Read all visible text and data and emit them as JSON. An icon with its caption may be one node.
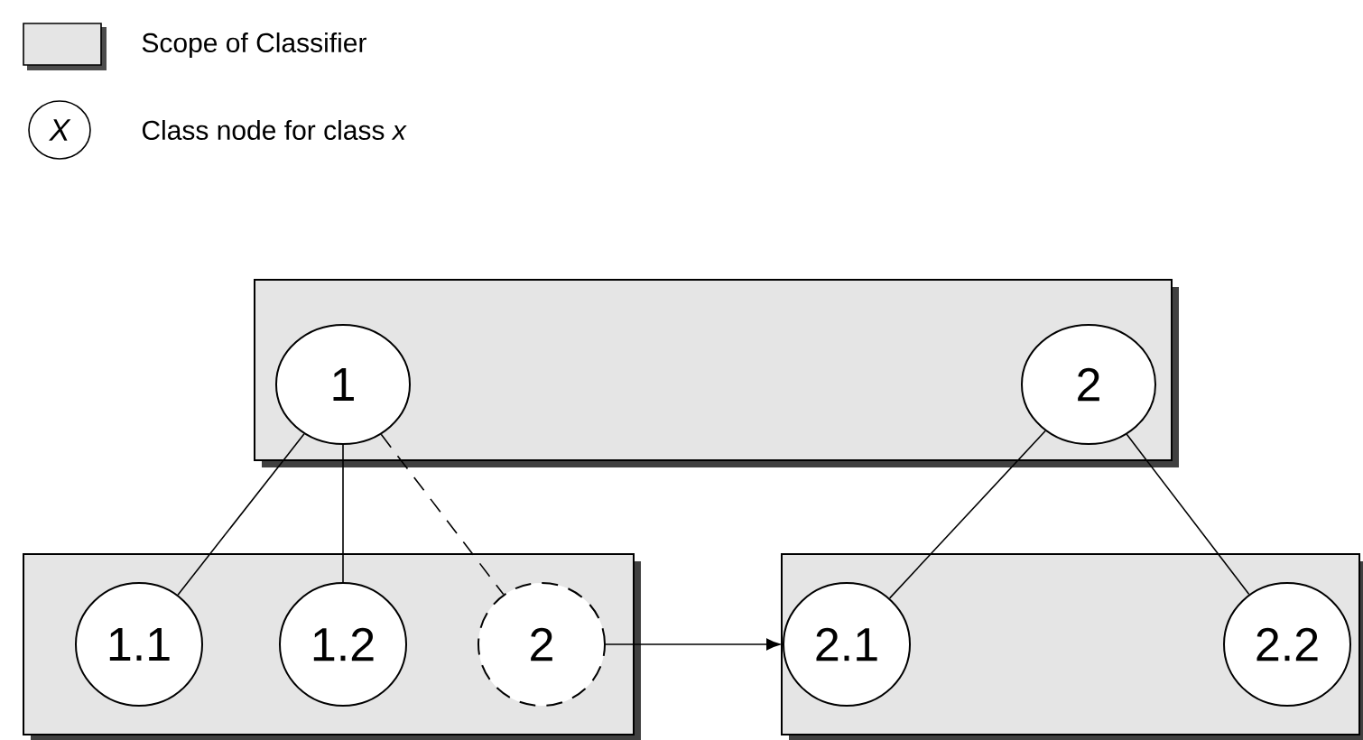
{
  "diagram": {
    "nodes": [
      {
        "text": [],
        "shape": "box"
      },
      {
        "text": [
          "1"
        ],
        "in": 0
      },
      {
        "text": [
          "2"
        ],
        "in": 0
      },
      {
        "text": [],
        "shape": "box"
      },
      {
        "text": [
          "1.1"
        ],
        "in": 3
      },
      {
        "text": [
          "1.2"
        ],
        "in": 3
      },
      {
        "text": [
          "2"
        ],
        "in": 3
      },
      {
        "text": [],
        "shape": "box"
      },
      {
        "text": [
          "2.1"
        ],
        "in": 7
      },
      {
        "text": [
          "2.2"
        ],
        "in": 7
      }
    ],
    "edges": [
      {
        "from": 1,
        "to": 4,
        "arrow": "none"
      },
      {
        "from": 1,
        "to": 5,
        "arrow": "none"
      },
      {
        "from": 1,
        "to": 6,
        "arrow": "none",
        "style": "dashed"
      },
      {
        "from": 2,
        "to": 8,
        "arrow": "none"
      },
      {
        "from": 2,
        "to": 9,
        "arrow": "none"
      },
      {
        "from": 6,
        "to": 8,
        "arrow": "to"
      }
    ],
    "labels": [
      "X"
    ],
    "legend": [
      {
        "text": "Scope of Classifier"
      },
      {
        "text": "Class node for class *x*"
      }
    ]
  }
}
